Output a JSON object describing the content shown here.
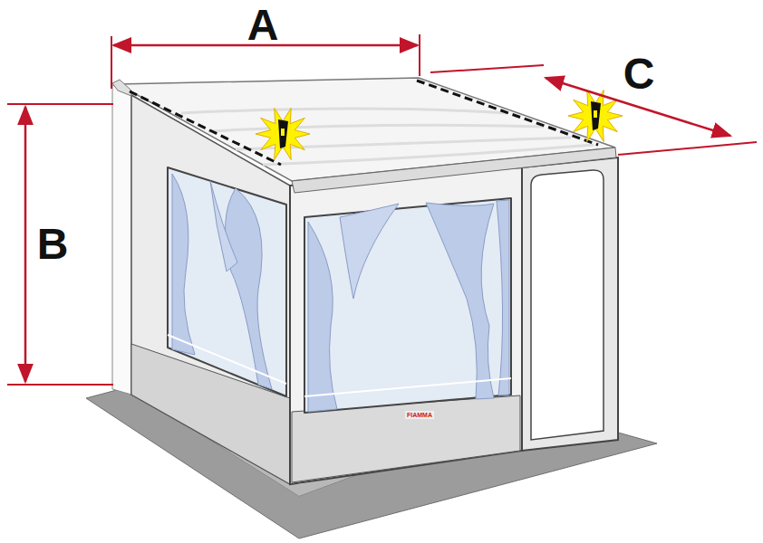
{
  "diagram": {
    "labels": [
      "A",
      "B",
      "C",
      "FIAMMA"
    ]
  }
}
